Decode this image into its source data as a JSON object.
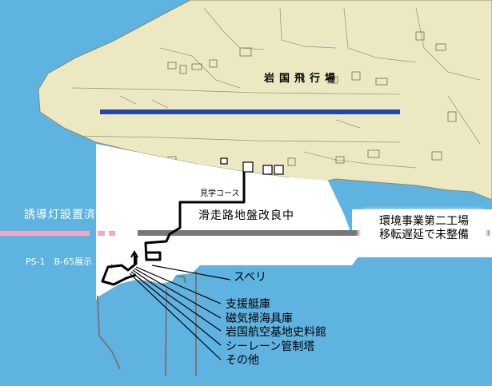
{
  "title": "岩国飛行場",
  "labels": {
    "observation_course": "見学コース",
    "runway_improvement": "滑走路地盤改良中",
    "guide_light": "誘導灯設置済み",
    "environment": [
      "環境事業第二工場",
      "移転遅延で未整備"
    ],
    "ps1_display": "PS-1　B-65展示",
    "slide": "スベリ"
  },
  "facilities": [
    "支援艇庫",
    "磁気掃海具庫",
    "岩国航空基地史料館",
    "シーレーン管制塔",
    "その他"
  ],
  "colors": {
    "sea": "#5fb3e0",
    "land_map": "#ece9c2",
    "reclaimed_land": "#ffffff",
    "runway": "#2448a8",
    "new_runway": "#777777",
    "guide_light": "#f4a6c6",
    "course_route": "#000000"
  }
}
